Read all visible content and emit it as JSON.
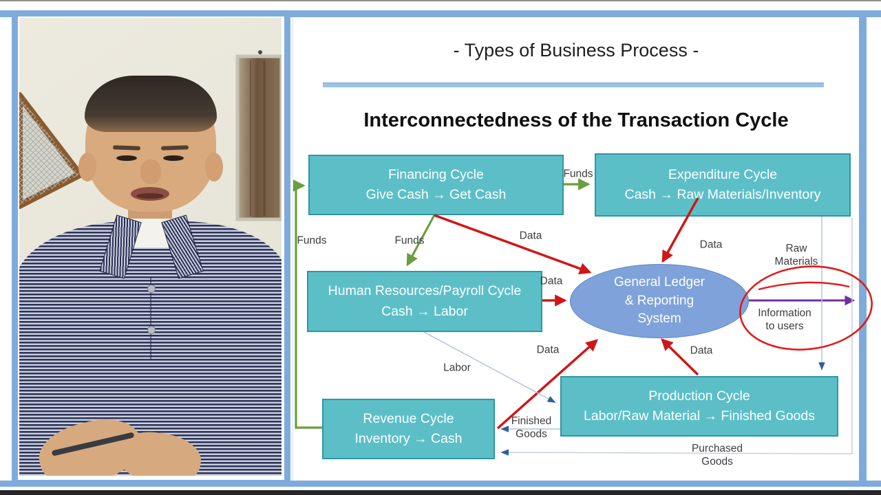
{
  "page": {
    "frame_color": "#7fabdc",
    "footer_bar_color": "#262626"
  },
  "webcam": {
    "wall_color": "#eae7dc",
    "shirt_stripe_dark": "#2c3254",
    "shirt_stripe_light": "#c9cfde",
    "skin_color": "#d9aa7e"
  },
  "slide": {
    "title": "- Types of Business Process -",
    "heading": "Interconnectedness of the Transaction Cycle",
    "divider_color": "#9cc2e5",
    "boxes": {
      "financing": {
        "line1": "Financing Cycle",
        "line2": "Give Cash → Get Cash"
      },
      "expenditure": {
        "line1": "Expenditure Cycle",
        "line2": "Cash → Raw Materials/Inventory"
      },
      "hr": {
        "line1": "Human Resources/Payroll Cycle",
        "line2": "Cash → Labor"
      },
      "revenue": {
        "line1": "Revenue Cycle",
        "line2": "Inventory → Cash"
      },
      "production": {
        "line1": "Production Cycle",
        "line2": "Labor/Raw Material → Finished Goods"
      }
    },
    "hub": {
      "line1": "General Ledger",
      "line2": "& Reporting",
      "line3": "System"
    },
    "flow_labels": {
      "funds": "Funds",
      "data": "Data",
      "labor": "Labor",
      "raw_materials_line1": "Raw",
      "raw_materials_line2": "Materials",
      "information_line1": "Information",
      "information_line2": "to users",
      "finished_goods_line1": "Finished",
      "finished_goods_line2": "Goods",
      "purchased_goods_line1": "Purchased",
      "purchased_goods_line2": "Goods"
    },
    "colors": {
      "box_fill": "#5cbfc8",
      "box_border": "#2f96a2",
      "hub_fill": "#7ea2d9",
      "hub_border": "#5b84c6",
      "funds_green": "#6b9e3e",
      "data_red": "#d01616",
      "info_purple": "#7030a0",
      "goods_gray": "#b4c2dc",
      "goods_arrow_blue": "#2e5fa3",
      "annotation_red": "#e11b1b"
    }
  }
}
